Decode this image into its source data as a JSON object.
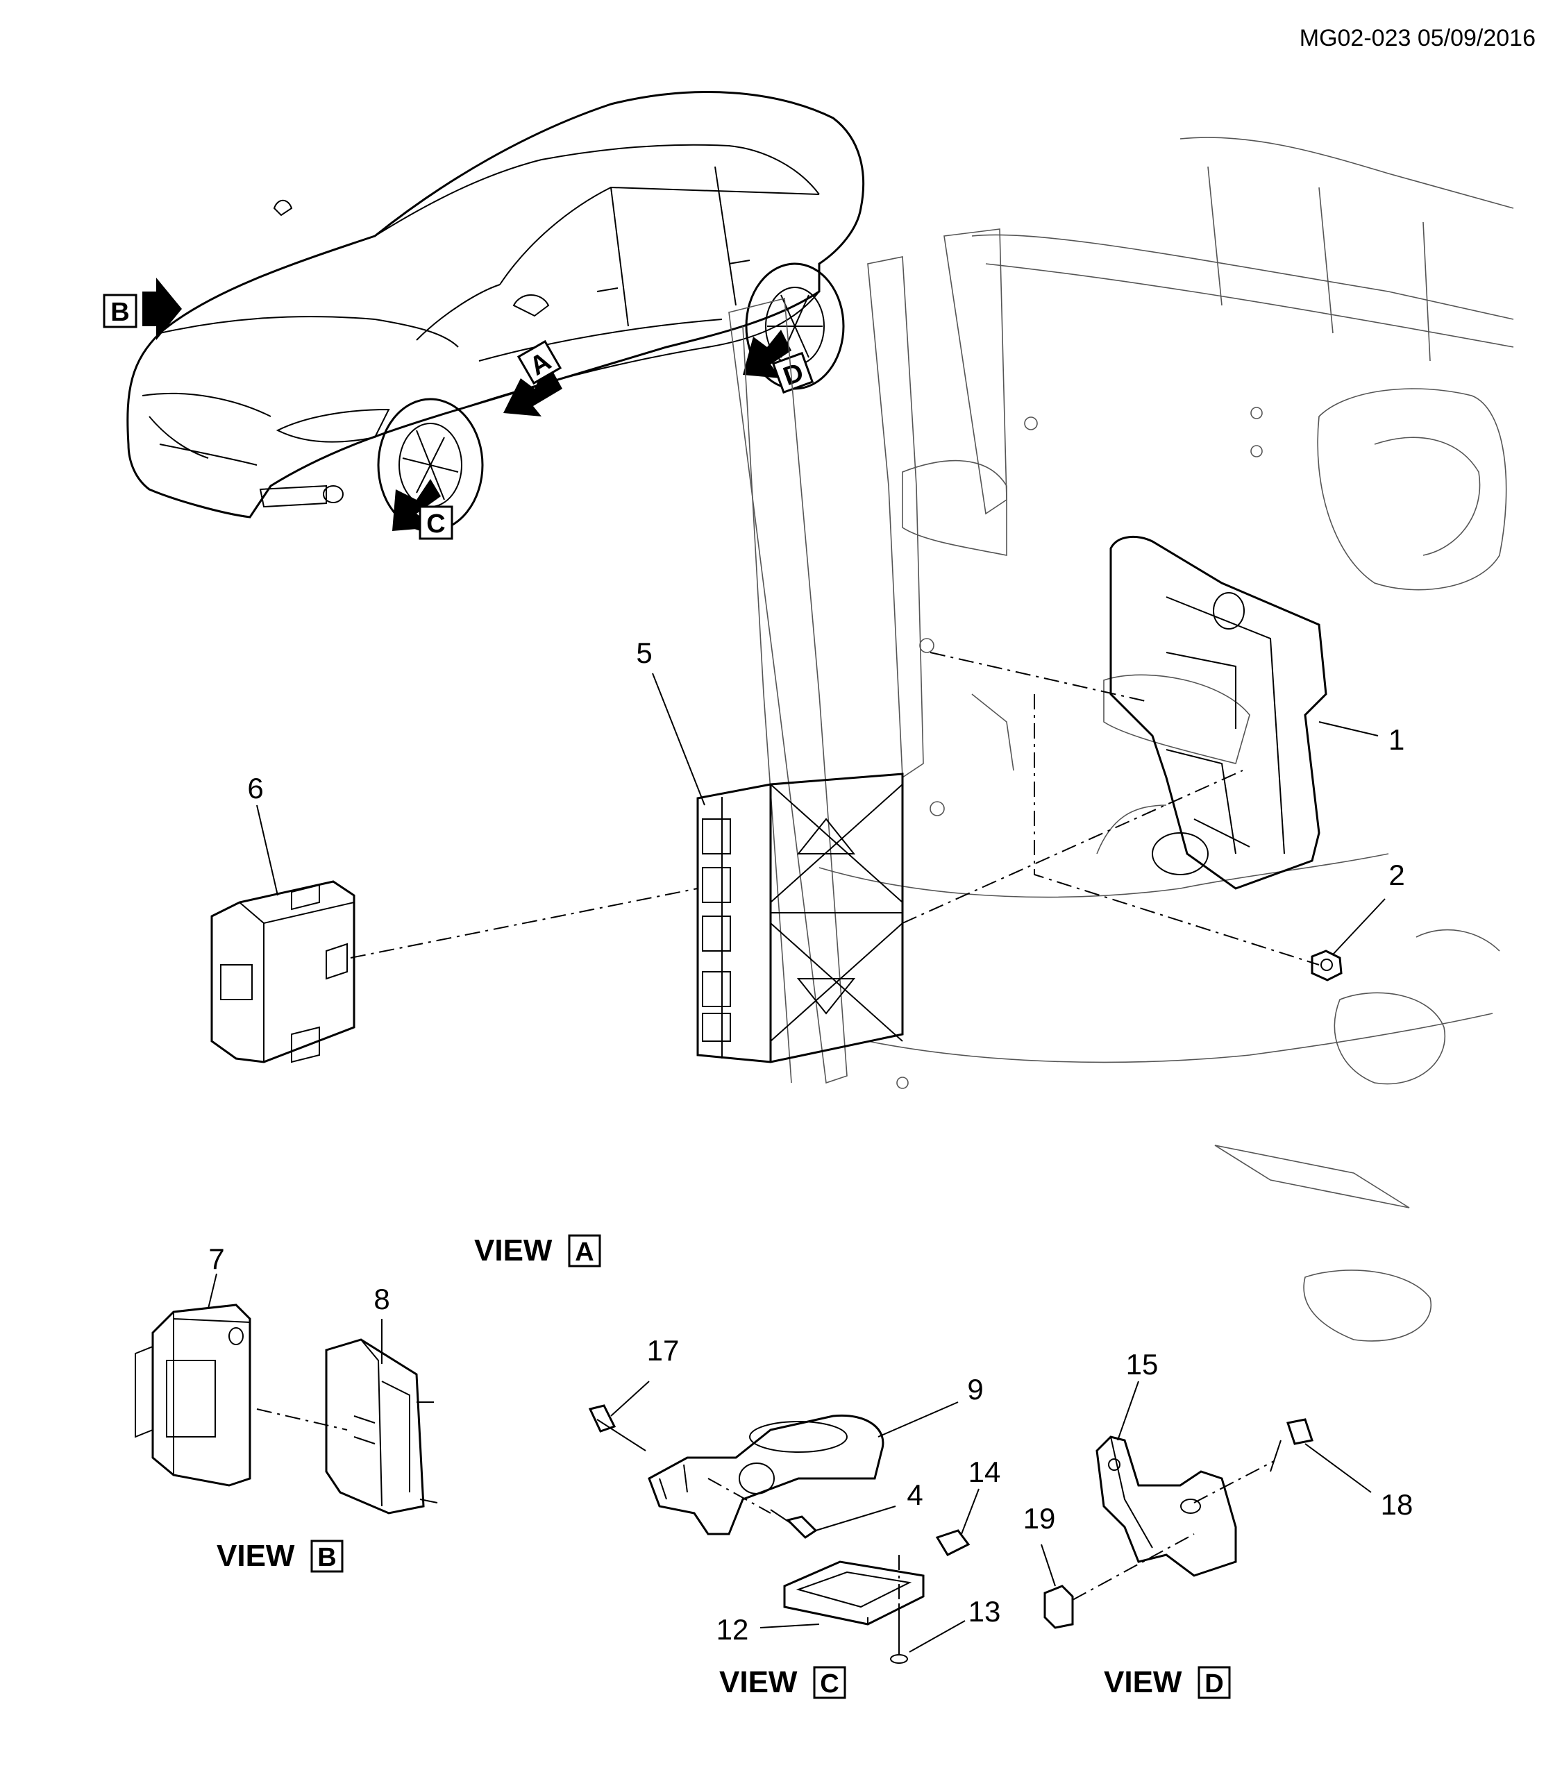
{
  "stamp": "MG02-023 05/09/2016",
  "views": [
    {
      "id": "A",
      "word": "VIEW",
      "letter": "A"
    },
    {
      "id": "B",
      "word": "VIEW",
      "letter": "B"
    },
    {
      "id": "C",
      "word": "VIEW",
      "letter": "C"
    },
    {
      "id": "D",
      "word": "VIEW",
      "letter": "D"
    }
  ],
  "car_arrows": [
    {
      "letter": "A"
    },
    {
      "letter": "B"
    },
    {
      "letter": "C"
    },
    {
      "letter": "D"
    }
  ],
  "callouts": [
    "1",
    "2",
    "4",
    "5",
    "6",
    "7",
    "8",
    "9",
    "12",
    "13",
    "14",
    "15",
    "17",
    "18",
    "19"
  ]
}
